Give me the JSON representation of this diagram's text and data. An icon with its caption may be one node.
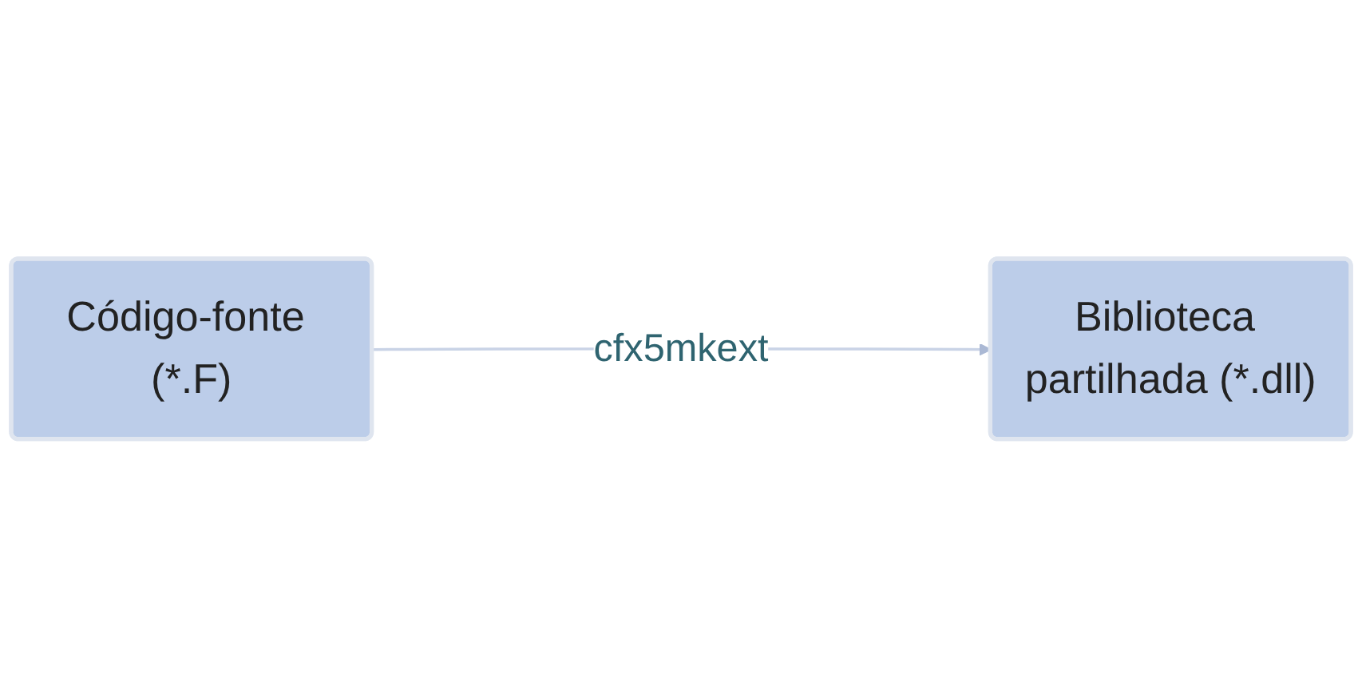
{
  "diagram": {
    "nodes": [
      {
        "text": [
          "Código-fonte (*.F)"
        ]
      },
      {
        "text": [
          "Biblioteca partilhada (*.dll)"
        ]
      }
    ],
    "edges": [
      {
        "from": 0,
        "to": 1,
        "arrow": "to",
        "label": "cfx5mkext"
      }
    ]
  }
}
